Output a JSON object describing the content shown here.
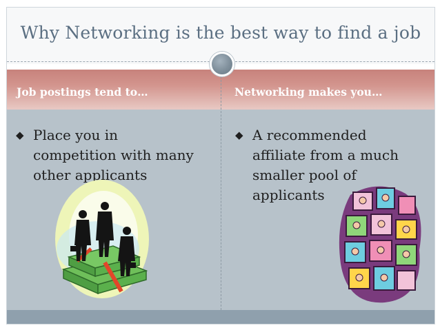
{
  "slide": {
    "title": "Why Networking is the best way to find a job",
    "columns": [
      {
        "heading": "Job postings tend to…",
        "bullet_lines": [
          "Place you in",
          "competition with many",
          "other applicants"
        ],
        "image_icon": "businessmen-on-money-icon"
      },
      {
        "heading": "Networking makes you…",
        "bullet_lines": [
          "A recommended",
          "affiliate from a much",
          "smaller pool of",
          "applicants"
        ],
        "image_icon": "office-windows-people-icon"
      }
    ],
    "bullet_glyph": "◆"
  },
  "colors": {
    "title": "#5b6f82",
    "header_band": "#d3958e",
    "body_band": "#b7c2ca",
    "footer_band": "#8fa0ad"
  }
}
